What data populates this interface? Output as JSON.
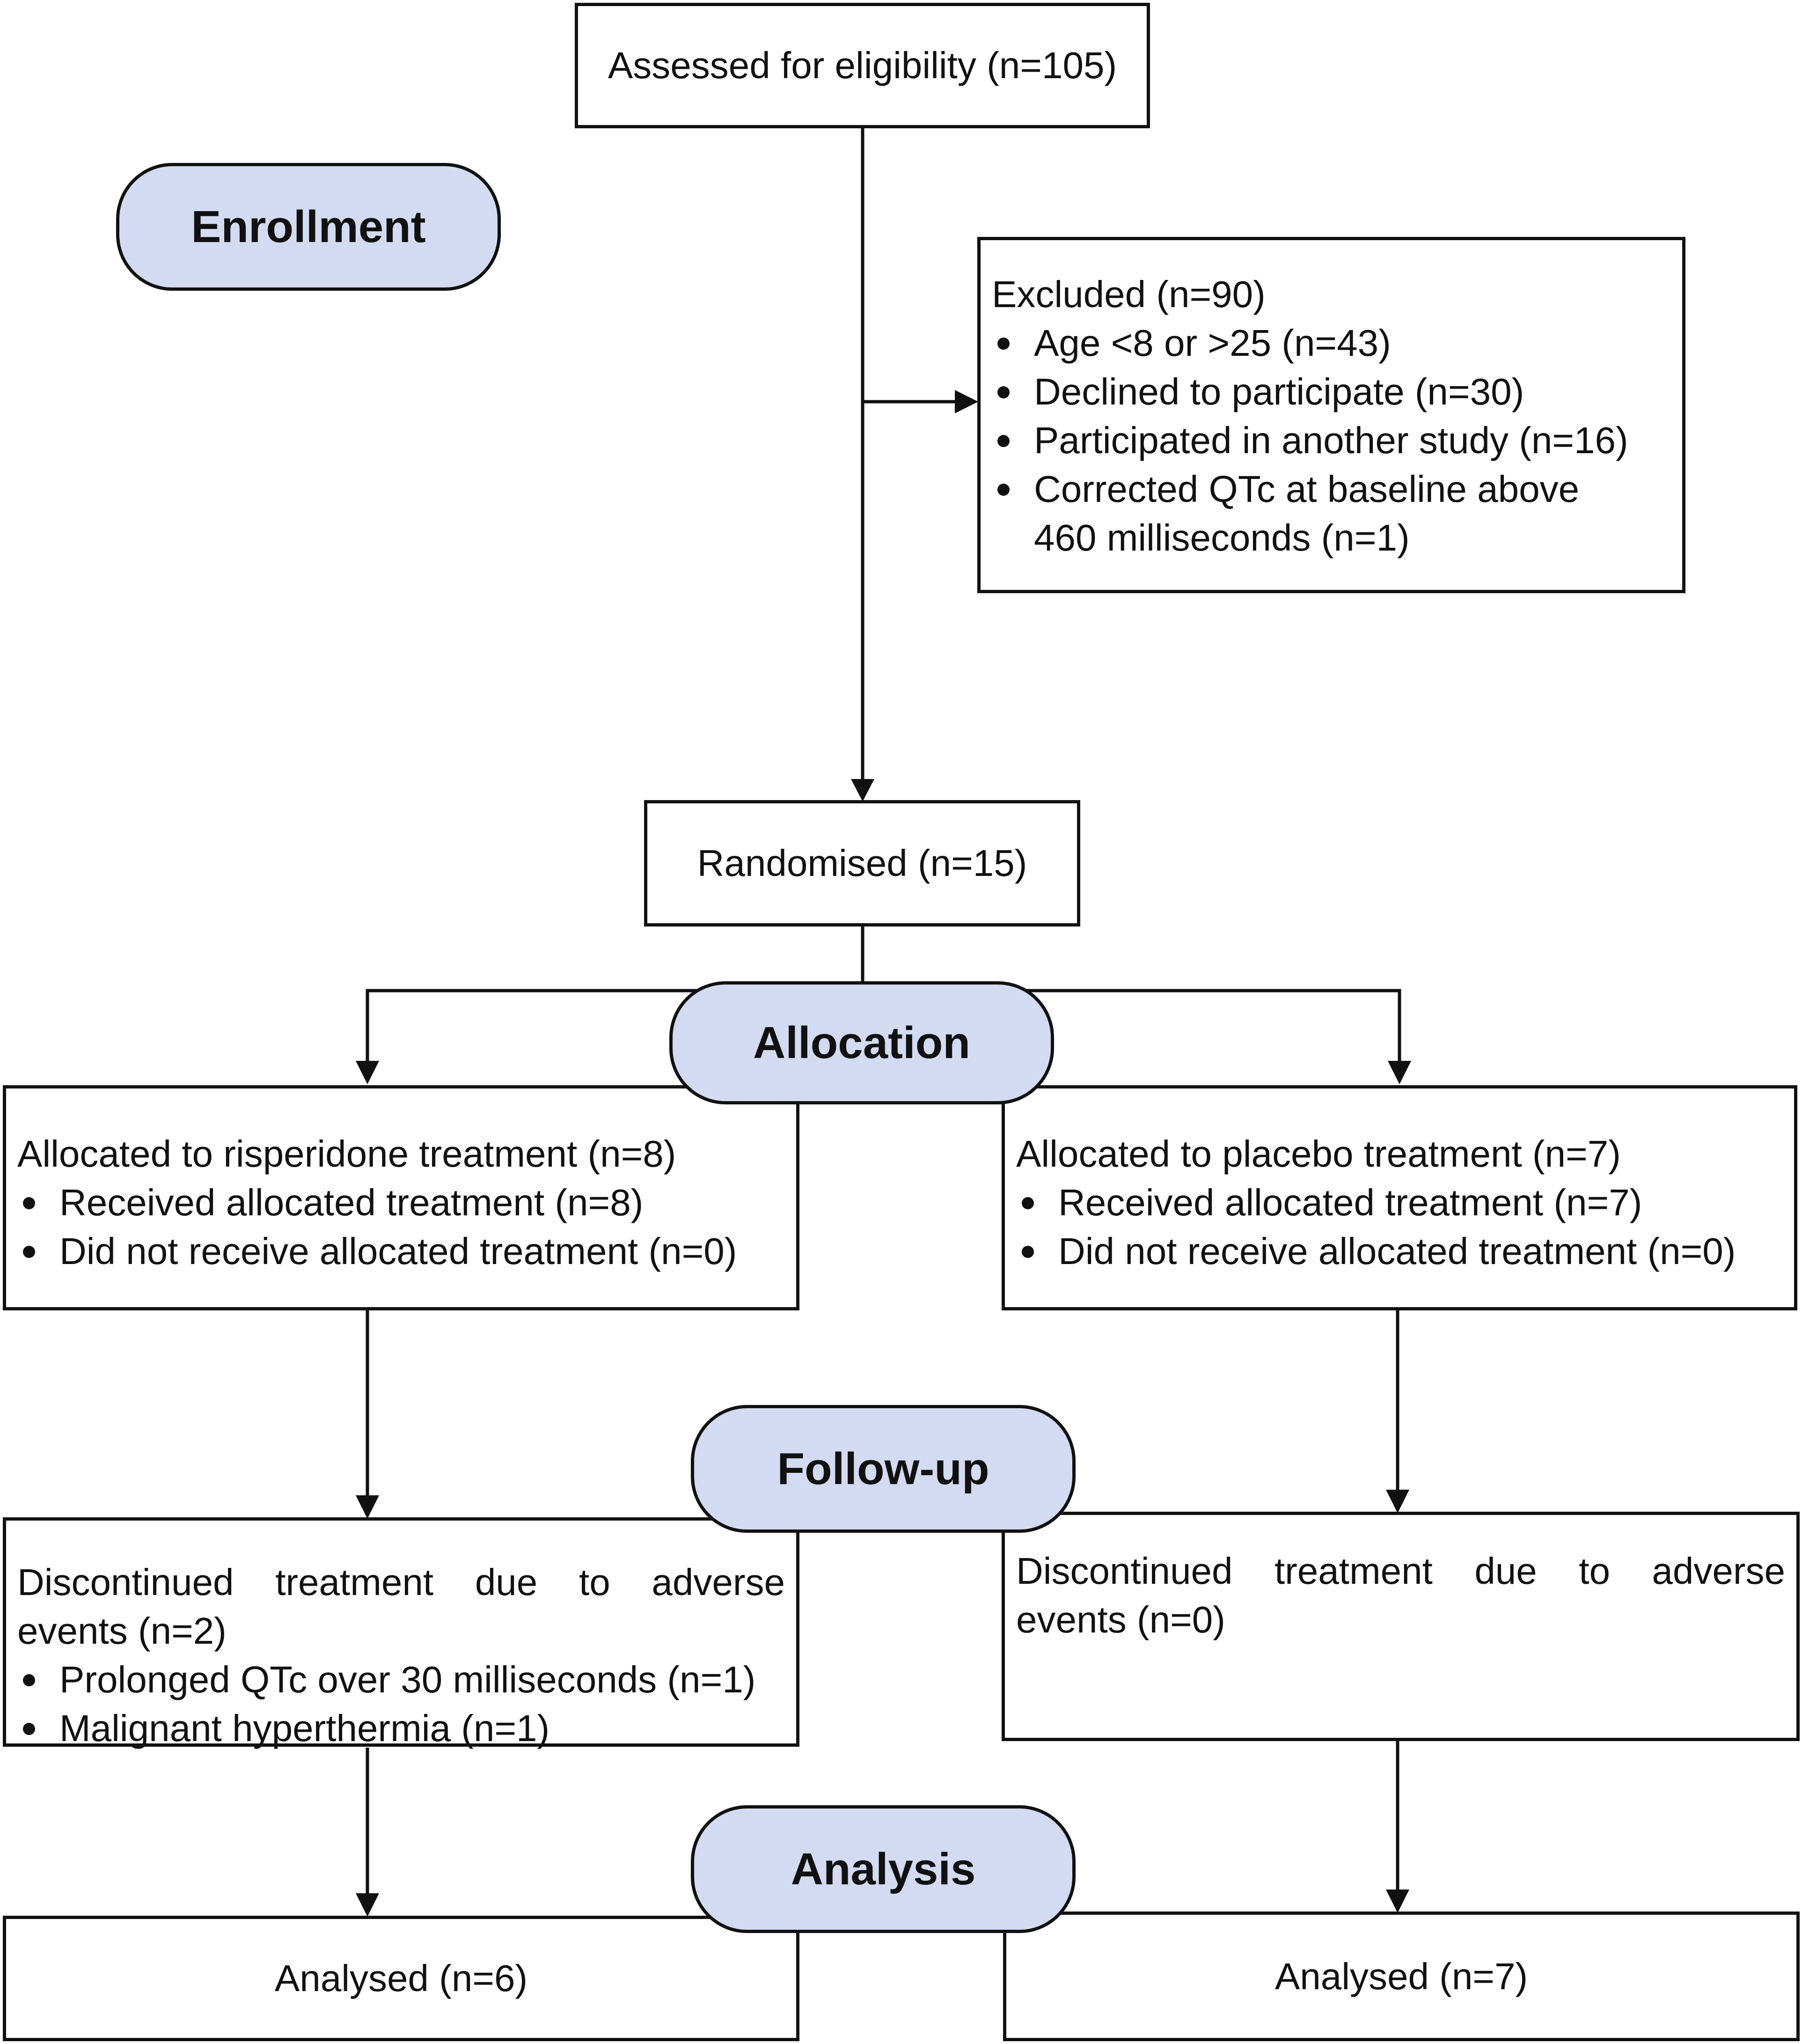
{
  "phases": {
    "enrollment": "Enrollment",
    "allocation": "Allocation",
    "followup": "Follow-up",
    "analysis": "Analysis"
  },
  "assessed": "Assessed for eligibility (n=105)",
  "excluded": {
    "title": "Excluded (n=90)",
    "items": [
      "Age <8 or >25 (n=43)",
      "Declined to participate (n=30)",
      "Participated in another study (n=16)",
      "Corrected QTc at baseline above 460 milliseconds (n=1)"
    ]
  },
  "randomised": "Randomised (n=15)",
  "allocation_left": {
    "title": "Allocated to risperidone treatment (n=8)",
    "items": [
      "Received allocated treatment (n=8)",
      "Did not receive allocated treatment (n=0)"
    ]
  },
  "allocation_right": {
    "title": "Allocated to placebo treatment (n=7)",
    "items": [
      "Received allocated treatment (n=7)",
      "Did not receive allocated treatment (n=0)"
    ]
  },
  "followup_left": {
    "line1": "Discontinued treatment due to adverse",
    "line2": "events (n=2)",
    "items": [
      "Prolonged QTc over 30 milliseconds (n=1)",
      "Malignant hyperthermia (n=1)"
    ]
  },
  "followup_right": {
    "line1": "Discontinued treatment due to adverse",
    "line2": "events (n=0)"
  },
  "analysis_left": "Analysed (n=6)",
  "analysis_right": "Analysed (n=7)"
}
